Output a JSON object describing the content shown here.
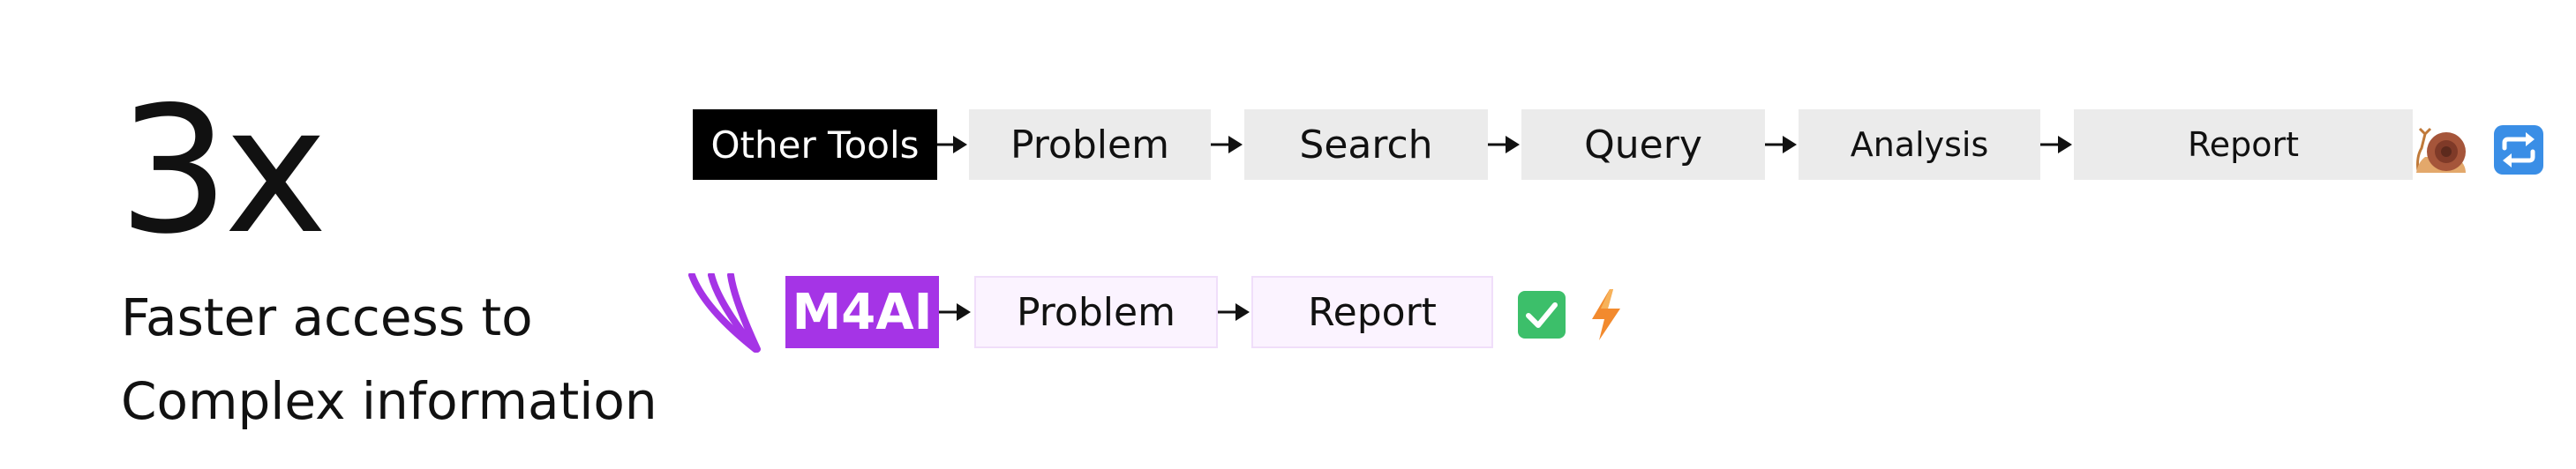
{
  "headline": {
    "stat": "3x",
    "line1": "Faster access to",
    "line2": "Complex information"
  },
  "row_other": {
    "label": "Other Tools",
    "steps": [
      "Problem",
      "Search",
      "Query",
      "Analysis",
      "Report"
    ],
    "icons": [
      "snail-icon",
      "repeat-icon"
    ]
  },
  "row_m4ai": {
    "logo": "m4ai-logo",
    "label": "M4AI",
    "steps": [
      "Problem",
      "Report"
    ],
    "icons": [
      "check-icon",
      "lightning-icon"
    ]
  },
  "colors": {
    "black_box": "#000000",
    "grey_box": "#ebebeb",
    "purple": "#a534e6",
    "pale_purple": "#fbf3ff",
    "blue_icon": "#3a8ee6",
    "green_icon": "#3cbf6a",
    "orange_icon": "#f28a2e"
  }
}
